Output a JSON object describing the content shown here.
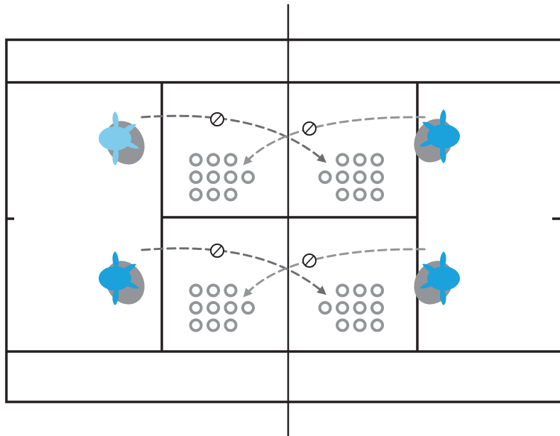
{
  "colors": {
    "background": "#ffffff",
    "court_lines": "#231f20",
    "player_light_blue": "#7ecbec",
    "player_blue": "#1ba1dc",
    "player_shadow": "#939598",
    "target_rings": "#939598",
    "shot_dark": "#6d6e71",
    "shot_light": "#939598",
    "ball_stroke": "#231f20"
  },
  "players": [
    {
      "name": "top-left-player",
      "color": "player_light_blue",
      "facing": "right"
    },
    {
      "name": "top-right-player",
      "color": "player_blue",
      "facing": "left"
    },
    {
      "name": "bottom-left-player",
      "color": "player_blue",
      "facing": "right"
    },
    {
      "name": "bottom-right-player",
      "color": "player_blue",
      "facing": "left"
    }
  ],
  "shots": [
    {
      "name": "top-crosscourt-shot-left-to-right",
      "color": "shot_dark"
    },
    {
      "name": "top-crosscourt-shot-right-to-left",
      "color": "shot_light"
    },
    {
      "name": "bottom-crosscourt-shot-left-to-right",
      "color": "shot_dark"
    },
    {
      "name": "bottom-crosscourt-shot-right-to-left",
      "color": "shot_light"
    }
  ],
  "target_zones": [
    {
      "name": "top-left-target-zone",
      "rows": [
        3,
        4,
        3
      ],
      "align": "left"
    },
    {
      "name": "top-right-target-zone",
      "rows": [
        3,
        4,
        3
      ],
      "align": "right"
    },
    {
      "name": "bottom-left-target-zone",
      "rows": [
        3,
        4,
        3
      ],
      "align": "left"
    },
    {
      "name": "bottom-right-target-zone",
      "rows": [
        3,
        4,
        3
      ],
      "align": "right"
    }
  ],
  "ball_icon": "tennis-ball-icon",
  "player_icon": "player-top-view-icon",
  "arrow_icon": "arrowhead-icon"
}
